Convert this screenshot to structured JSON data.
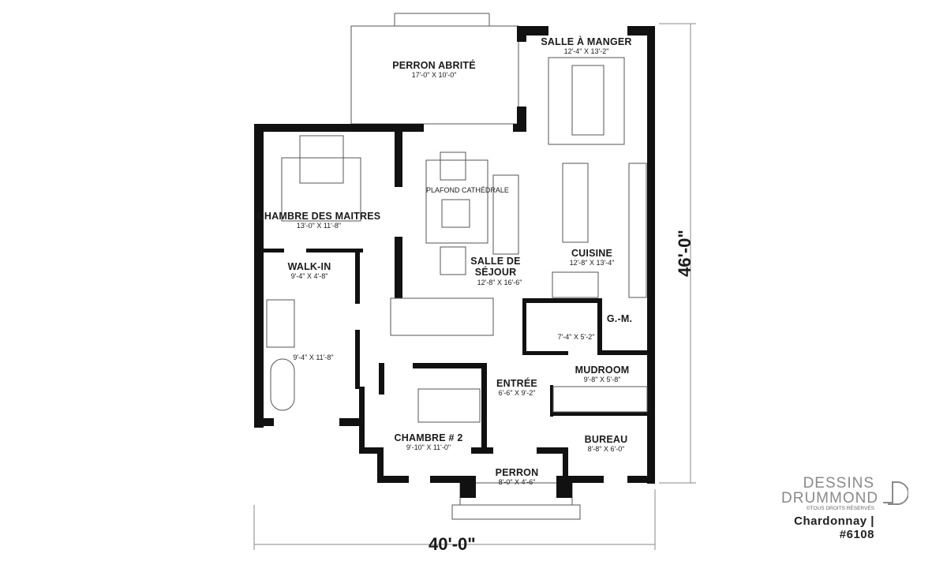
{
  "rooms": [
    {
      "name": "PERRON ABRITÉ",
      "dims": "17'-0\" X 10'-0\""
    },
    {
      "name": "SALLE À MANGER",
      "dims": "12'-4\" X 13'-2\""
    },
    {
      "name": "CHAMBRE DES MAITRES",
      "dims": "13'-0\" X 11'-8\""
    },
    {
      "name": "SALLE DE SÉJOUR",
      "dims": "12'-8\" X 16'-6\""
    },
    {
      "name": "CUISINE",
      "dims": "12'-8\" X 13'-4\""
    },
    {
      "name": "WALK-IN",
      "dims": "9'-4\" X 4'-8\""
    },
    {
      "name": "G.-M.",
      "dims": ""
    },
    {
      "name": "",
      "dims": "7'-4\" X 5'-2\""
    },
    {
      "name": "",
      "dims": "9'-4\" X 11'-8\""
    },
    {
      "name": "MUDROOM",
      "dims": "9'-8\" X 5'-8\""
    },
    {
      "name": "ENTRÉE",
      "dims": "6'-6\" X 9'-2\""
    },
    {
      "name": "CHAMBRE # 2",
      "dims": "9'-10\" X 11'-0\""
    },
    {
      "name": "BUREAU",
      "dims": "8'-8\" X 6'-0\""
    },
    {
      "name": "PERRON",
      "dims": "8'-0\" X 4'-6\""
    }
  ],
  "notes": {
    "ceiling": "PLAFOND CATHÉDRALE"
  },
  "dimensions": {
    "width": "40'-0\"",
    "depth": "46'-0\""
  },
  "logo": {
    "line1": "DESSINS",
    "line2": "DRUMMOND",
    "rights": "©TOUS DROITS RÉSERVÉS"
  },
  "caption": "Chardonnay | #6108"
}
